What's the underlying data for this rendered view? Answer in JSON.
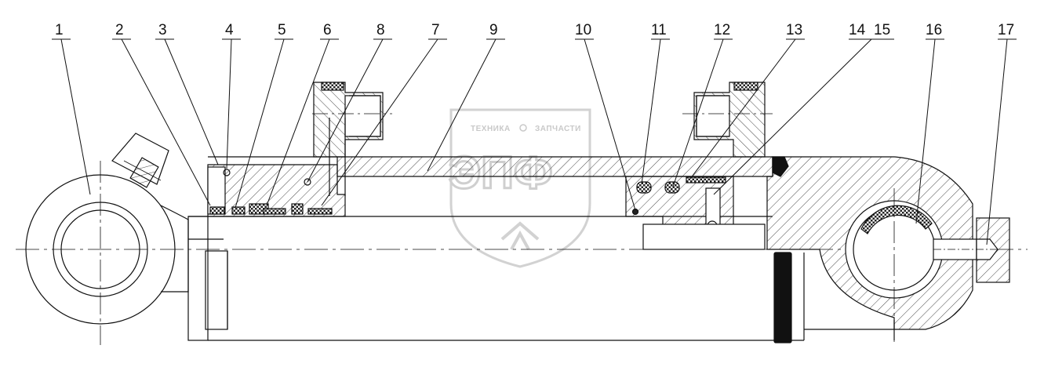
{
  "diagram": {
    "callouts": [
      {
        "id": "c1",
        "label": "1"
      },
      {
        "id": "c2",
        "label": "2"
      },
      {
        "id": "c3",
        "label": "3"
      },
      {
        "id": "c4",
        "label": "4"
      },
      {
        "id": "c5",
        "label": "5"
      },
      {
        "id": "c6",
        "label": "6"
      },
      {
        "id": "c8",
        "label": "8"
      },
      {
        "id": "c7",
        "label": "7"
      },
      {
        "id": "c9",
        "label": "9"
      },
      {
        "id": "c10",
        "label": "10"
      },
      {
        "id": "c11",
        "label": "11"
      },
      {
        "id": "c12",
        "label": "12"
      },
      {
        "id": "c13",
        "label": "13"
      },
      {
        "id": "c14",
        "label": "14"
      },
      {
        "id": "c15",
        "label": "15"
      },
      {
        "id": "c16",
        "label": "16"
      },
      {
        "id": "c17",
        "label": "17"
      }
    ],
    "watermark": {
      "brand_left": "ТЕХНИКА",
      "brand_right": "ЗАПЧАСТИ",
      "logo_letters": "ЭПФ",
      "logo_color": "#cfcfcf"
    },
    "colors": {
      "line": "#111111",
      "hatch": "#333333",
      "background": "#ffffff"
    }
  }
}
